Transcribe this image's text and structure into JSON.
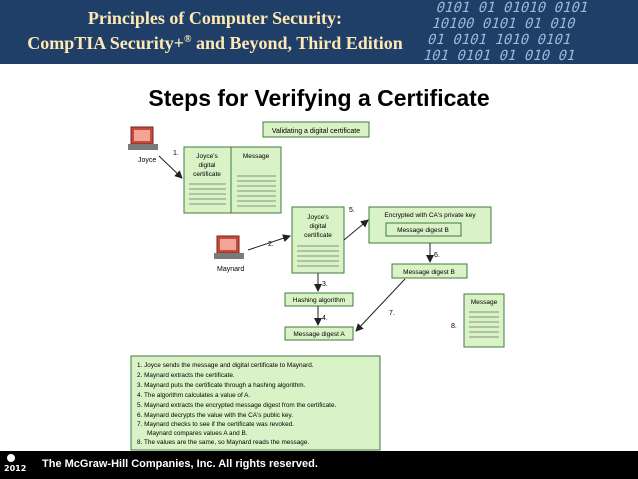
{
  "header": {
    "title_line1": "Principles of Computer Security:",
    "title_line2_main": "CompTIA Security+",
    "title_line2_reg": "®",
    "title_line2_rest": " and Beyond, Third Edition",
    "binary_rows": [
      "0101 01 01010 0101",
      "10100 0101 01 010",
      "01 0101 1010 0101",
      "101 0101 01 010 01"
    ]
  },
  "slide": {
    "title": "Steps for Verifying a Certificate"
  },
  "diagram": {
    "title": "Validating a digital certificate",
    "joyce_label": "Joyce",
    "maynard_label": "Maynard",
    "cert1_lines": [
      "Joyce's",
      "digital",
      "certificate"
    ],
    "message_label": "Message",
    "cert2_lines": [
      "Joyce's",
      "digital",
      "certificate"
    ],
    "encrypted_label": "Encrypted with CA's private key",
    "digest_b1": "Message digest B",
    "digest_b2": "Message digest B",
    "hashing": "Hashing algorithm",
    "digest_a": "Message digest A",
    "message2_label": "Message",
    "step_numbers": [
      "1.",
      "2.",
      "3.",
      "4.",
      "5.",
      "6.",
      "7.",
      "8."
    ],
    "steps": [
      "1. Joyce sends the message and digital certificate to Maynard.",
      "2. Maynard extracts the certificate.",
      "3. Maynard puts the certificate through a hashing algorithm.",
      "4. The algorithm calculates a value of A.",
      "5. Maynard extracts the encrypted message digest from the certificate.",
      "6. Maynard decrypts the value with the CA's public key.",
      "7. Maynard checks to see if the certificate was revoked.",
      "Maynard compares values A and B.",
      "8. The values are the same, so Maynard reads the message."
    ]
  },
  "footer": {
    "copyright": "The McGraw-Hill Companies, Inc. All rights reserved.",
    "year": "2012"
  },
  "colors": {
    "banner": "#1f3f68",
    "banner_text": "#ffe9b3",
    "box_fill": "#d9f2c6",
    "box_stroke": "#3f7a3f"
  }
}
